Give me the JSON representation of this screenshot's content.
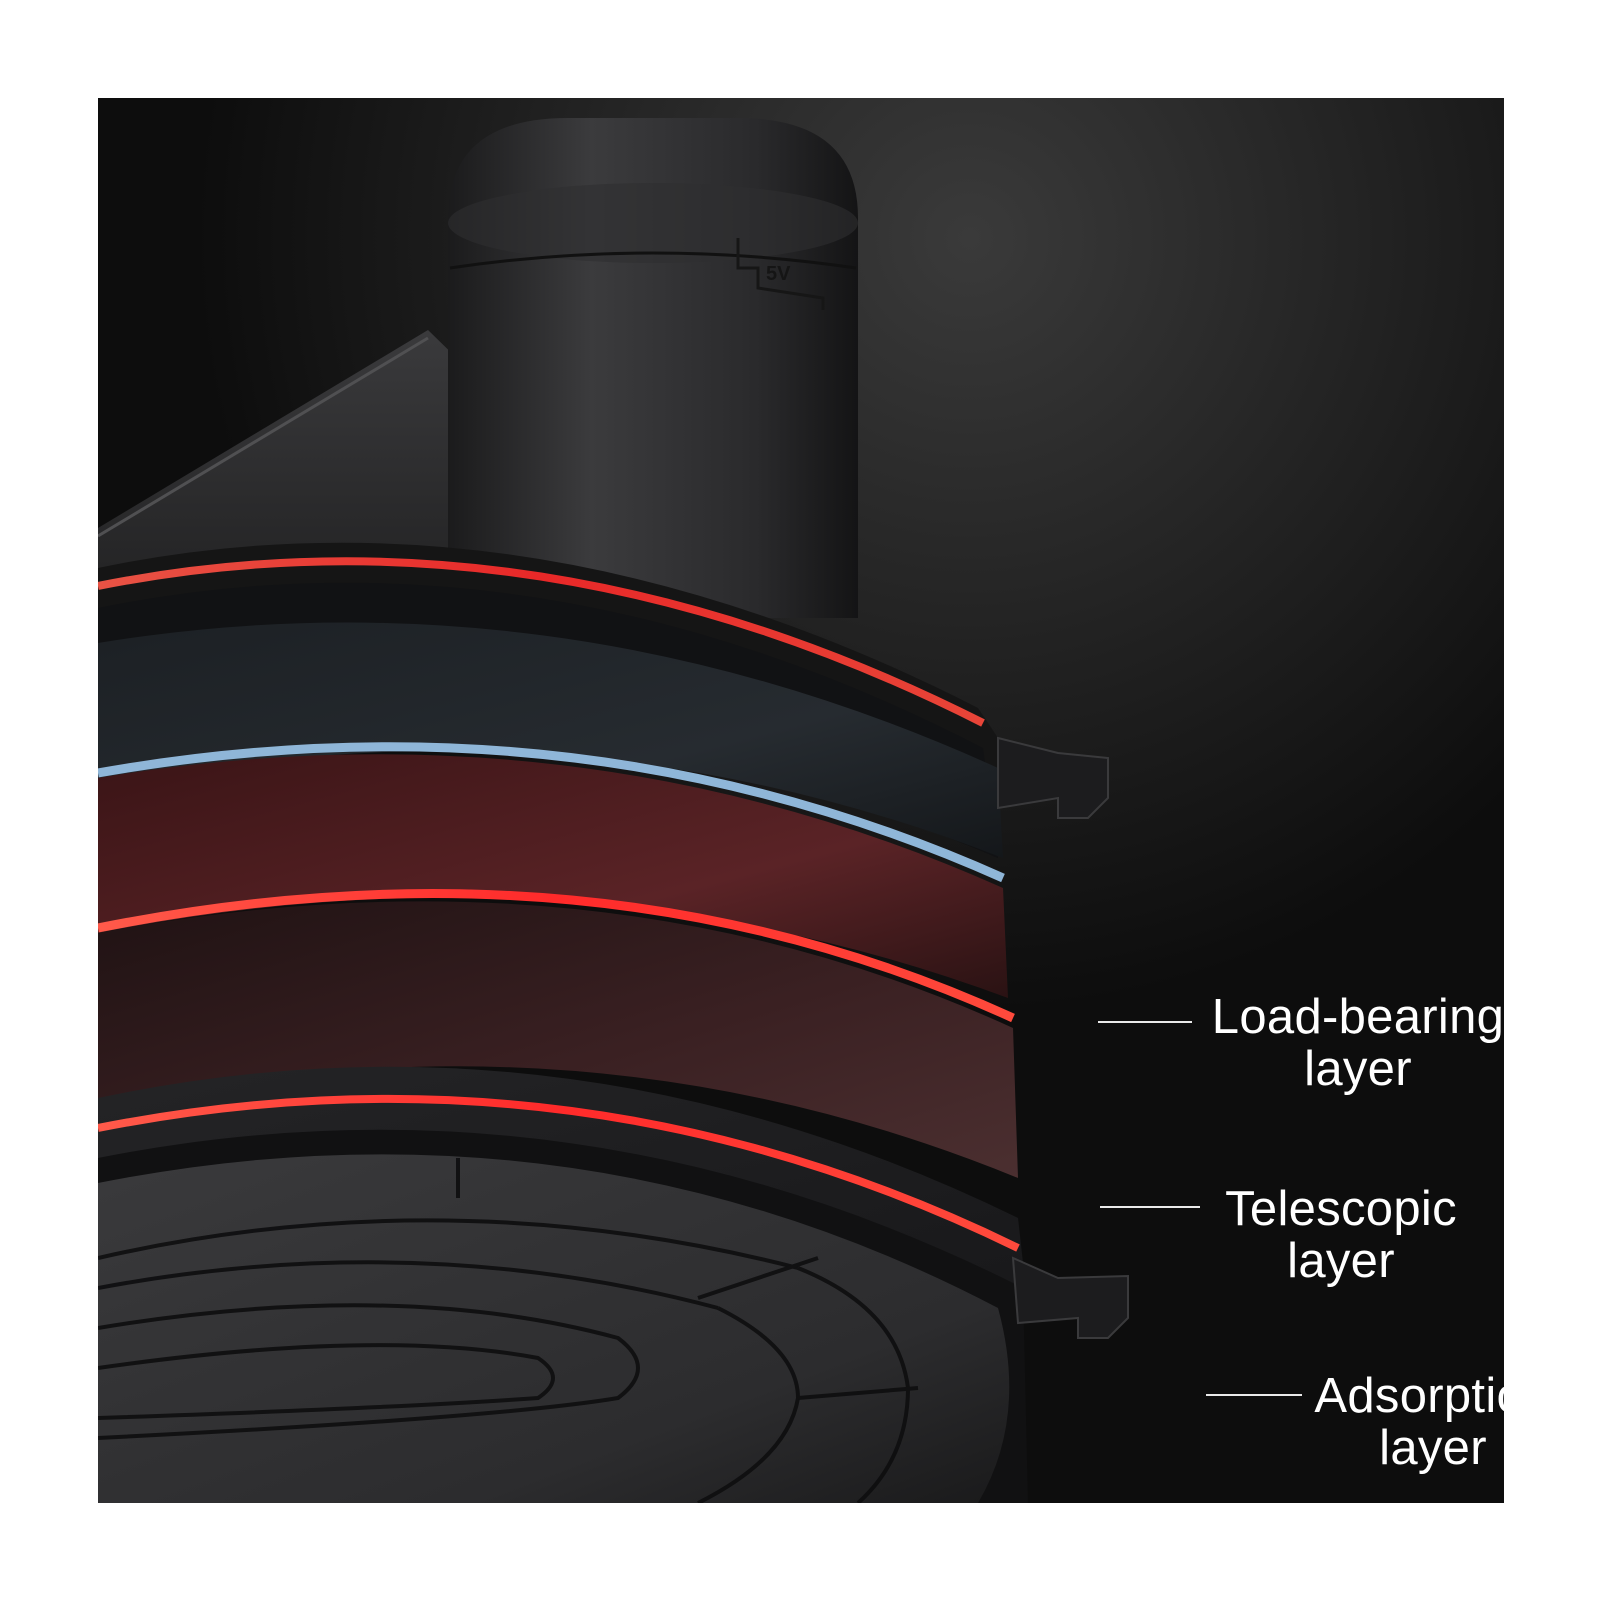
{
  "product_marking": "5V",
  "callouts": {
    "load_bearing": {
      "line1": "Load-bearing",
      "line2": "layer"
    },
    "telescopic": {
      "line1": "Telescopic",
      "line2": "layer"
    },
    "adsorption": {
      "line1": "Adsorption",
      "line2": "layer"
    }
  },
  "colors": {
    "background": "#0d0d0d",
    "body": "#2c2c2e",
    "accent_red": "#ff3b3b",
    "accent_blue": "#8fb6d8",
    "load_layer": "#4a1a1e",
    "telescopic_layer": "#3a1c1e"
  },
  "icons": [
    "suction-cup-product"
  ]
}
